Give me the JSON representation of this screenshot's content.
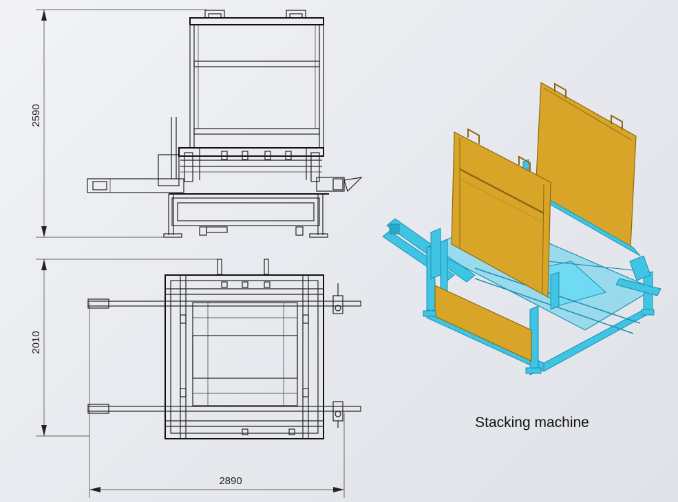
{
  "drawing": {
    "front_view": {
      "height_dimension": "2590"
    },
    "top_view": {
      "depth_dimension": "2010",
      "width_dimension": "2890"
    }
  },
  "render": {
    "caption": "Stacking machine",
    "colors": {
      "frame": "#3fc4e4",
      "plate": "#d9a528",
      "frame_dark": "#1e8fb0",
      "plate_dark": "#8c6a12"
    }
  }
}
